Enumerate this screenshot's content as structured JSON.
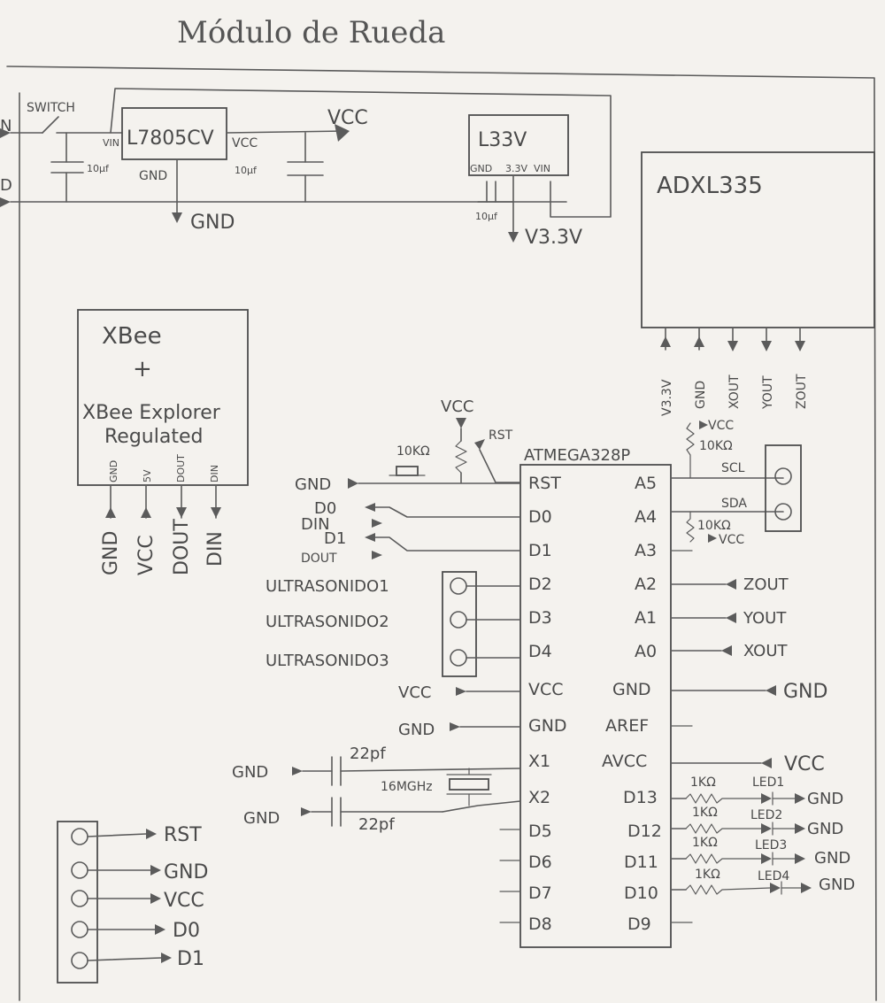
{
  "title": "Módulo de Rueda",
  "power": {
    "input_left_top": "N",
    "input_left_bottom": "D",
    "switch": "SWITCH",
    "reg5": {
      "name": "L7805CV",
      "vin": "VIN",
      "vout": "VCC",
      "gnd": "GND"
    },
    "cap1": "10µf",
    "cap2": "10µf",
    "cap3": "10µf",
    "vcc_label": "VCC",
    "gnd_label": "GND",
    "reg33": {
      "name": "L33V",
      "gnd": "GND",
      "out": "3.3V",
      "vin": "VIN"
    },
    "v33_label": "V3.3V"
  },
  "accel": {
    "name": "ADXL335",
    "pins": [
      "V3.3V",
      "GND",
      "XOUT",
      "YOUT",
      "ZOUT"
    ]
  },
  "xbee": {
    "line1": "XBee",
    "plus": "+",
    "line2": "XBee Explorer",
    "line3": "Regulated",
    "inner_pins": [
      "GND",
      "5V",
      "DOUT",
      "DIN"
    ],
    "pins": [
      "GND",
      "VCC",
      "DOUT",
      "DIN"
    ]
  },
  "mcu": {
    "name": "ATMEGA328P",
    "left_pins": [
      "RST",
      "D0",
      "D1",
      "D2",
      "D3",
      "D4",
      "VCC",
      "GND",
      "X1",
      "X2",
      "D5",
      "D6",
      "D7",
      "D8"
    ],
    "right_pins": [
      "A5",
      "A4",
      "A3",
      "A2",
      "A1",
      "A0",
      "GND",
      "AREF",
      "AVCC",
      "D13",
      "D12",
      "D11",
      "D10",
      "D9"
    ]
  },
  "reset_net": {
    "vcc": "VCC",
    "rst": "RST",
    "resistor": "10KΩ",
    "gnd": "GND",
    "d0": "D0",
    "din": "DIN",
    "d1": "D1",
    "dout": "DOUT"
  },
  "ultrasonic": [
    "ULTRASONIDO1",
    "ULTRASONIDO2",
    "ULTRASONIDO3"
  ],
  "left_power": {
    "vcc": "VCC",
    "gnd": "GND"
  },
  "crystal": {
    "gnd1": "GND",
    "gnd2": "GND",
    "cap1": "22pf",
    "cap2": "22pf",
    "xtal": "16MGHz"
  },
  "i2c": {
    "vcc_top": "VCC",
    "r_top": "10KΩ",
    "scl": "SCL",
    "sda": "SDA",
    "r_bottom": "10KΩ",
    "vcc_bottom": "VCC"
  },
  "analog": {
    "zout": "ZOUT",
    "yout": "YOUT",
    "xout": "XOUT"
  },
  "right_power": {
    "gnd": "GND",
    "vcc": "VCC"
  },
  "leds": [
    {
      "res": "1KΩ",
      "led": "LED1",
      "gnd": "GND"
    },
    {
      "res": "1KΩ",
      "led": "LED2",
      "gnd": "GND"
    },
    {
      "res": "1KΩ",
      "led": "LED3",
      "gnd": "GND"
    },
    {
      "res": "1KΩ",
      "led": "LED4",
      "gnd": "GND"
    }
  ],
  "header": [
    "RST",
    "GND",
    "VCC",
    "D0",
    "D1"
  ]
}
